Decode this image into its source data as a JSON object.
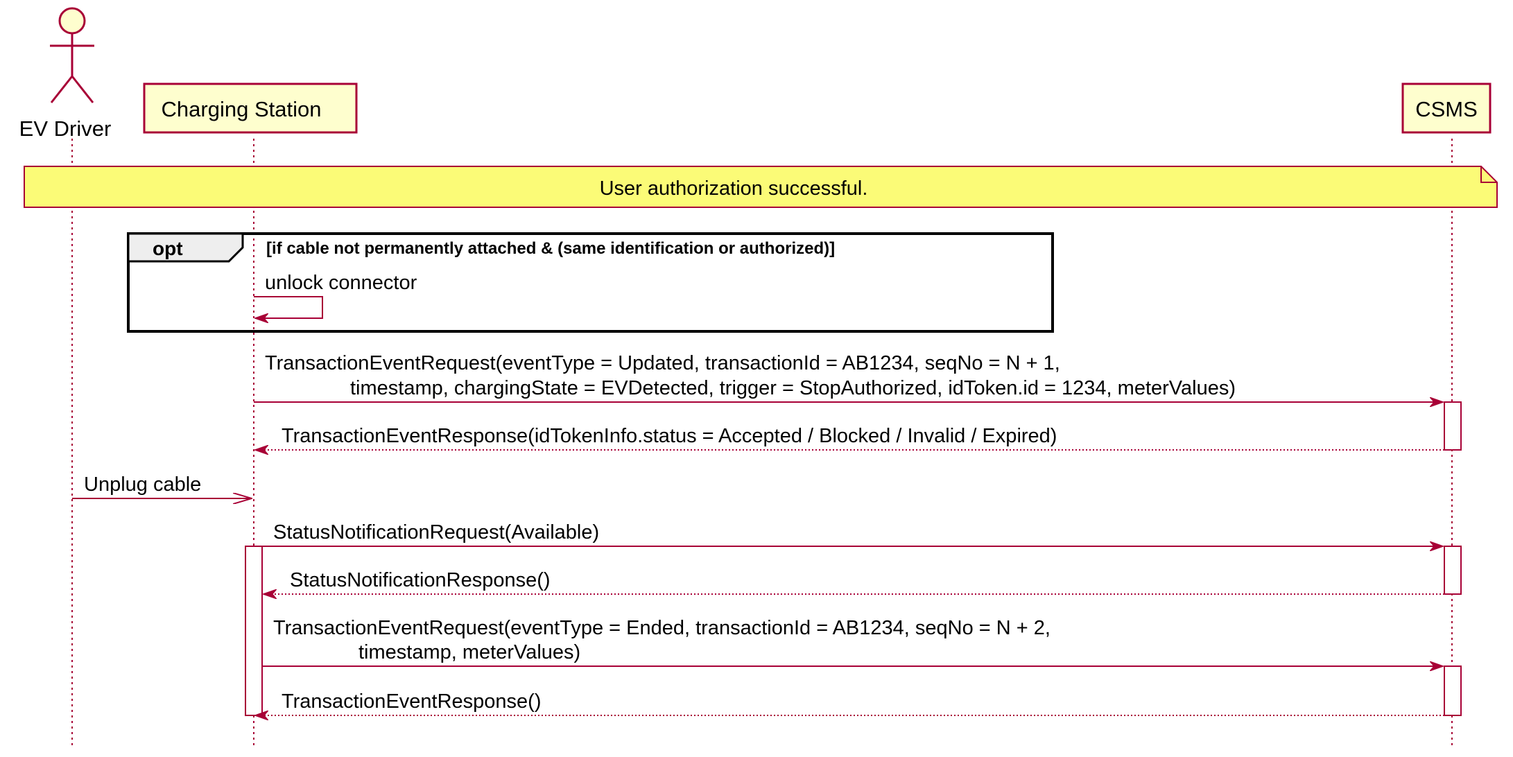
{
  "colors": {
    "line": "#A80036",
    "participant_fill": "#FEFECE",
    "note_fill": "#FBFB77",
    "fragment_header_fill": "#EEEEEE",
    "fragment_border": "#000000",
    "background": "#FFFFFF"
  },
  "participants": [
    {
      "id": "ev",
      "name": "EV Driver",
      "kind": "actor"
    },
    {
      "id": "cs",
      "name": "Charging Station",
      "kind": "participant"
    },
    {
      "id": "csms",
      "name": "CSMS",
      "kind": "participant"
    }
  ],
  "note": {
    "text": "User authorization successful."
  },
  "fragment": {
    "type": "opt",
    "condition": "[if cable not permanently attached & (same identification or authorized)]",
    "self_message": "unlock connector"
  },
  "messages": [
    {
      "line1": "TransactionEventRequest(eventType = Updated, transactionId = AB1234, seqNo = N + 1,",
      "line2": "timestamp, chargingState = EVDetected, trigger = StopAuthorized, idToken.id = 1234, meterValues)"
    },
    {
      "line1": "TransactionEventResponse(idTokenInfo.status = Accepted / Blocked / Invalid / Expired)"
    },
    {
      "line1": "Unplug cable"
    },
    {
      "line1": "StatusNotificationRequest(Available)"
    },
    {
      "line1": "StatusNotificationResponse()"
    },
    {
      "line1": "TransactionEventRequest(eventType = Ended, transactionId = AB1234, seqNo = N + 2,",
      "line2": "timestamp, meterValues)"
    },
    {
      "line1": "TransactionEventResponse()"
    }
  ]
}
